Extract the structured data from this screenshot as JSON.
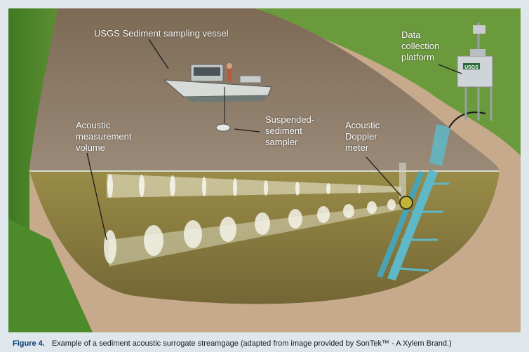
{
  "labels": {
    "vessel": "USGS Sediment sampling vessel",
    "platform": [
      "Data",
      "collection",
      "platform"
    ],
    "sampler": [
      "Suspended-",
      "sediment",
      "sampler"
    ],
    "doppler": [
      "Acoustic",
      "Doppler",
      "meter"
    ],
    "volume": [
      "Acoustic",
      "measurement",
      "volume"
    ]
  },
  "platform_sign": "USGS",
  "caption": {
    "figure": "Figure 4.",
    "text": "Example of a sediment acoustic surrogate streamgage (adapted from image provided by SonTek™ - A Xylem Brand.)"
  },
  "colors": {
    "grass": "#5b8a2a",
    "water": "#8a7660",
    "underwater": "#8c7d3a",
    "gravel": "#c9a88a",
    "instrument": "#5fb8c8"
  }
}
